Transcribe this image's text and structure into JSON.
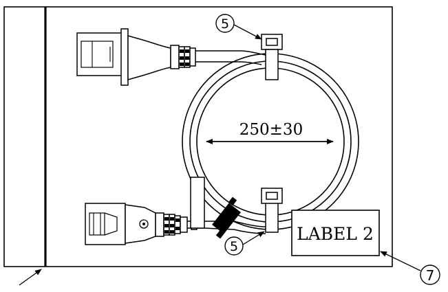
{
  "drawing": {
    "dimension_text": "250±30",
    "label_box_text": "LABEL 2",
    "callouts": [
      {
        "id": "top-tie",
        "number": "5"
      },
      {
        "id": "bottom-tie",
        "number": "5"
      },
      {
        "id": "label",
        "number": "7"
      }
    ]
  }
}
